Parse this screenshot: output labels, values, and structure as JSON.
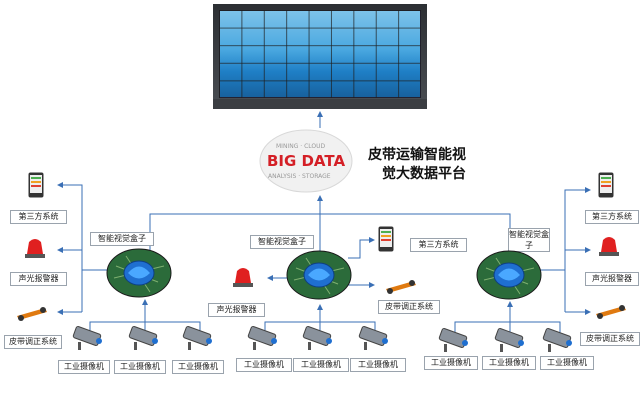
{
  "platform": {
    "title_line1": "皮带运输智能视",
    "title_line2": "觉大数据平台",
    "logo_text": "BIG DATA"
  },
  "left_group": {
    "box_label": "智能视觉盒子",
    "third_party": "第三方系统",
    "alarm": "声光报警器",
    "belt": "皮带调正系统",
    "cameras": [
      "工业摄像机",
      "工业摄像机",
      "工业摄像机"
    ]
  },
  "center_group": {
    "box_label": "智能视觉盒子",
    "third_party": "第三方系统",
    "alarm": "声光报警器",
    "belt": "皮带调正系统",
    "cameras": [
      "工业摄像机",
      "工业摄像机",
      "工业摄像机"
    ]
  },
  "right_group": {
    "box_label": "智能视觉盒子",
    "third_party": "第三方系统",
    "alarm": "声光报警器",
    "belt": "皮带调正系统",
    "cameras": [
      "工业摄像机",
      "工业摄像机",
      "工业摄像机"
    ]
  },
  "colors": {
    "line": "#3a6fb5",
    "wall_screen": "#4aa8e0",
    "chip": "#1f6fd0",
    "alarm_red": "#e02020",
    "belt_orange": "#e07a10"
  }
}
